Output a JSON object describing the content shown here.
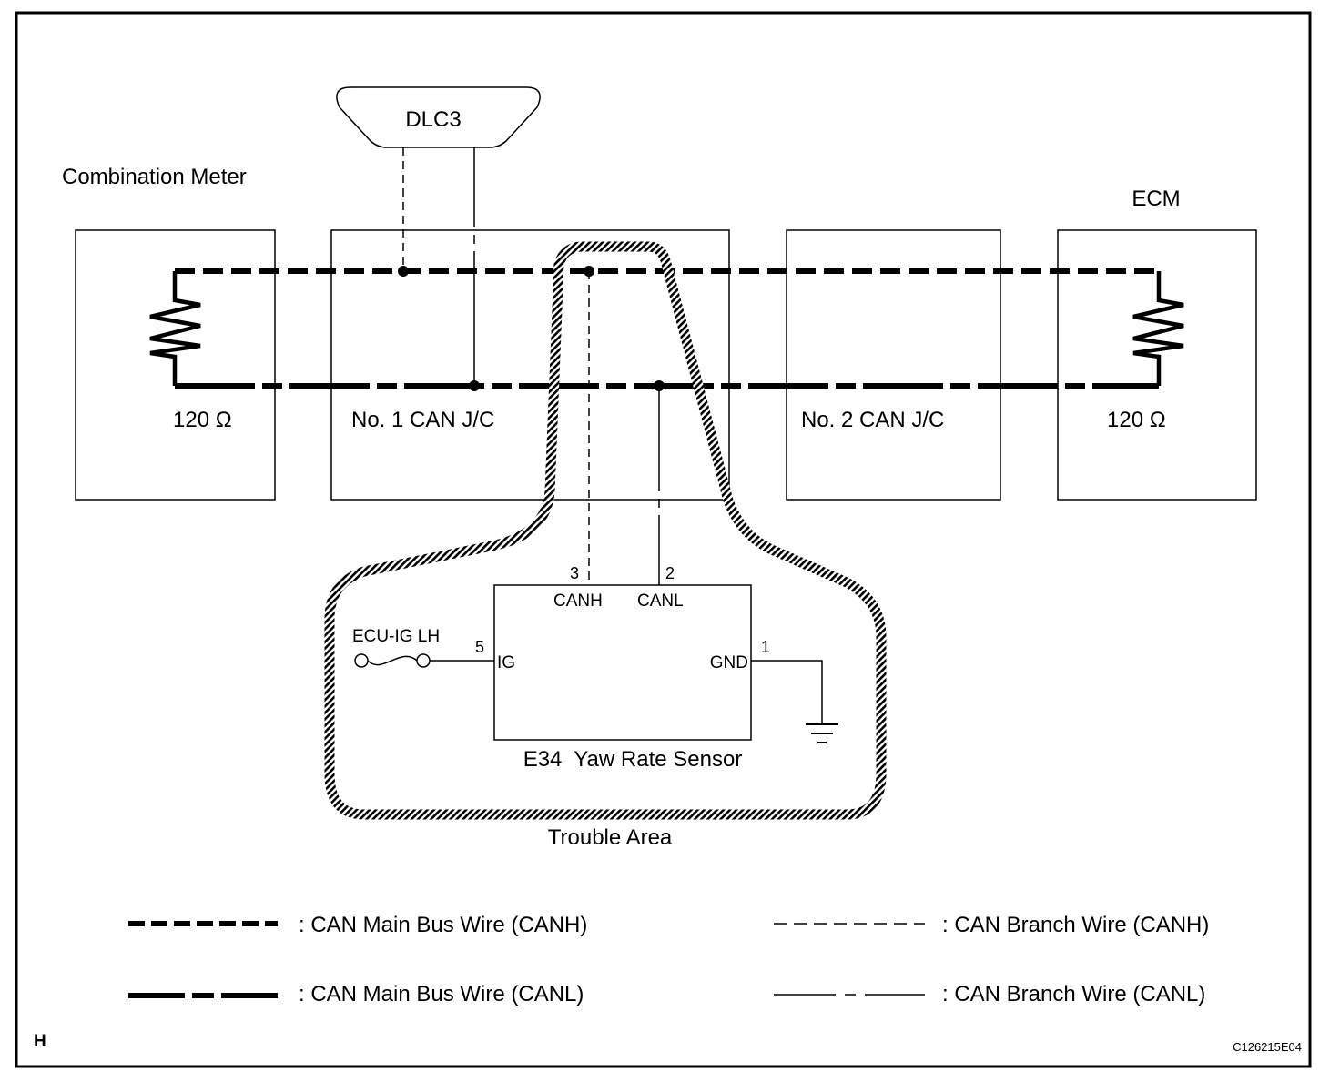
{
  "diagram": {
    "corner_mark": "H",
    "figure_code": "C126215E04",
    "trouble_area_label": "Trouble Area",
    "connector": {
      "name": "DLC3"
    },
    "components": {
      "combination_meter": {
        "name": "Combination Meter",
        "resistor_value": "120 Ω"
      },
      "can_jc_1": {
        "name": "No. 1 CAN J/C"
      },
      "can_jc_2": {
        "name": "No. 2 CAN J/C"
      },
      "ecm": {
        "name": "ECM",
        "resistor_value": "120 Ω"
      },
      "sensor": {
        "name": "E34  Yaw Rate Sensor",
        "pins": {
          "canh": {
            "number": "3",
            "label": "CANH"
          },
          "canl": {
            "number": "2",
            "label": "CANL"
          },
          "ig": {
            "number": "5",
            "label": "IG"
          },
          "gnd": {
            "number": "1",
            "label": "GND"
          }
        }
      },
      "fuse": {
        "name": "ECU-IG LH"
      }
    },
    "legend": [
      {
        "id": "main-canh",
        "text": ": CAN Main Bus Wire (CANH)"
      },
      {
        "id": "main-canl",
        "text": ": CAN Main Bus Wire (CANL)"
      },
      {
        "id": "branch-canh",
        "text": ": CAN Branch Wire (CANH)"
      },
      {
        "id": "branch-canl",
        "text": ": CAN Branch Wire (CANL)"
      }
    ],
    "colors": {
      "line": "#000000",
      "background": "#ffffff"
    }
  }
}
